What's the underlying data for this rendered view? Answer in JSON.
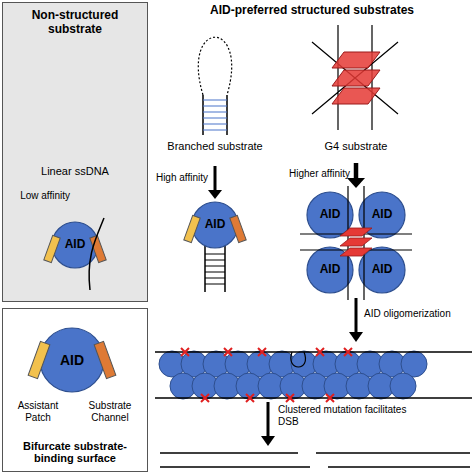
{
  "diagram": {
    "nodes": [
      {
        "text": [
          "Non-structured substrate"
        ]
      },
      {
        "text": [
          "AID"
        ],
        "in": 0
      },
      {
        "text": [
          "AID"
        ]
      },
      {
        "text": [
          "AID"
        ]
      },
      {
        "text": [
          "AID"
        ]
      },
      {
        "text": [
          "AID"
        ]
      },
      {
        "text": [
          "AID"
        ]
      },
      {
        "text": [
          "Bifurcate substrate-binding surface"
        ]
      },
      {
        "text": [
          "AID"
        ],
        "in": 7
      }
    ],
    "labels": [
      "AID-preferred structured substrates",
      "Linear ssDNA",
      "Low affinity",
      "Branched substrate",
      "High affinity",
      "G4 substrate",
      "Higher affinity",
      "AID oligomerization",
      "Clustered mutation facilitates DSB",
      "Assistant Patch",
      "Substrate Channel"
    ]
  }
}
